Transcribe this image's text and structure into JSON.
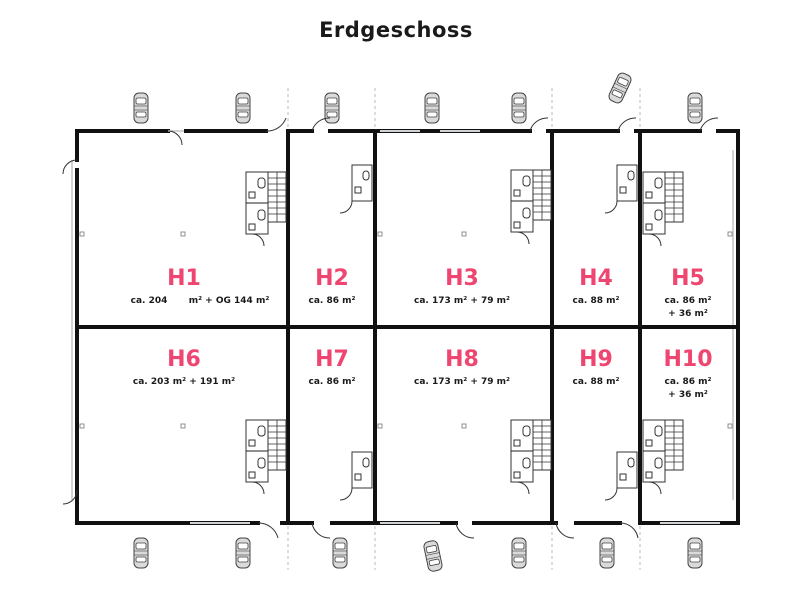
{
  "title": "Erdgeschoss",
  "units": {
    "h1": {
      "label": "H1",
      "area_a": "ca. 204",
      "area_b": "m² + OG 144 m²"
    },
    "h2": {
      "label": "H2",
      "area": "ca. 86 m²"
    },
    "h3": {
      "label": "H3",
      "area": "ca. 173 m² + 79 m²"
    },
    "h4": {
      "label": "H4",
      "area": "ca. 88 m²"
    },
    "h5": {
      "label": "H5",
      "area_line1": "ca. 86 m²",
      "area_line2": "+ 36 m²"
    },
    "h6": {
      "label": "H6",
      "area": "ca. 203 m² + 191 m²"
    },
    "h7": {
      "label": "H7",
      "area": "ca. 86 m²"
    },
    "h8": {
      "label": "H8",
      "area": "ca. 173 m² + 79 m²"
    },
    "h9": {
      "label": "H9",
      "area": "ca. 88 m²"
    },
    "h10": {
      "label": "H10",
      "area_line1": "ca. 86 m²",
      "area_line2": "+ 36 m²"
    }
  },
  "colors": {
    "unit_label": "#ee4670",
    "wall": "#111111",
    "background": "#ffffff"
  },
  "icons": [
    "car-icon",
    "door-swing-icon",
    "staircase-icon",
    "toilet-icon"
  ]
}
